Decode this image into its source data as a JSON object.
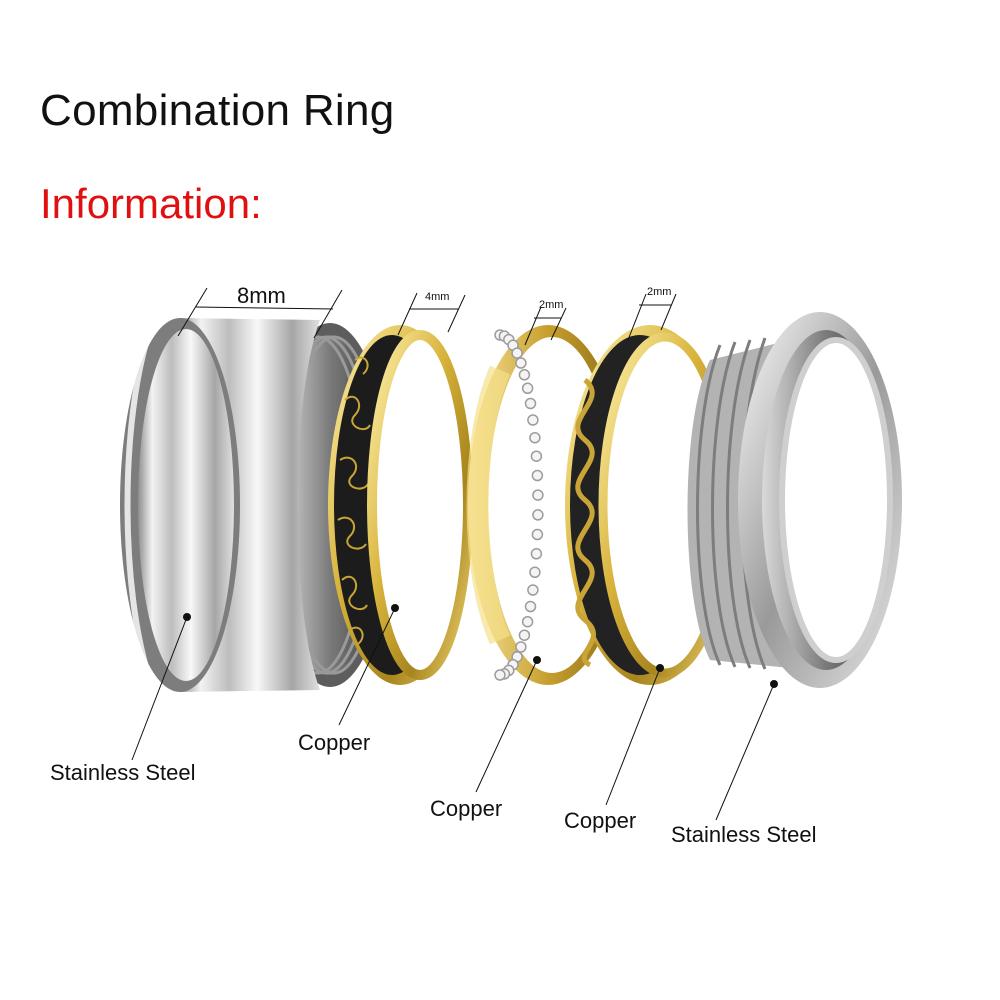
{
  "title": "Combination Ring",
  "subtitle": "Information:",
  "colors": {
    "title": "#111111",
    "subtitle": "#e01010",
    "gold": "#d8b43c",
    "steel": "#c9c9c9"
  },
  "dimensions": {
    "band_width": "8mm",
    "ring2_width": "4mm",
    "ring3_width": "2mm",
    "ring4_width": "2mm"
  },
  "labels": {
    "ring1": "Stainless Steel",
    "ring2": "Copper",
    "ring3": "Copper",
    "ring4": "Copper",
    "ring5": "Stainless Steel"
  }
}
